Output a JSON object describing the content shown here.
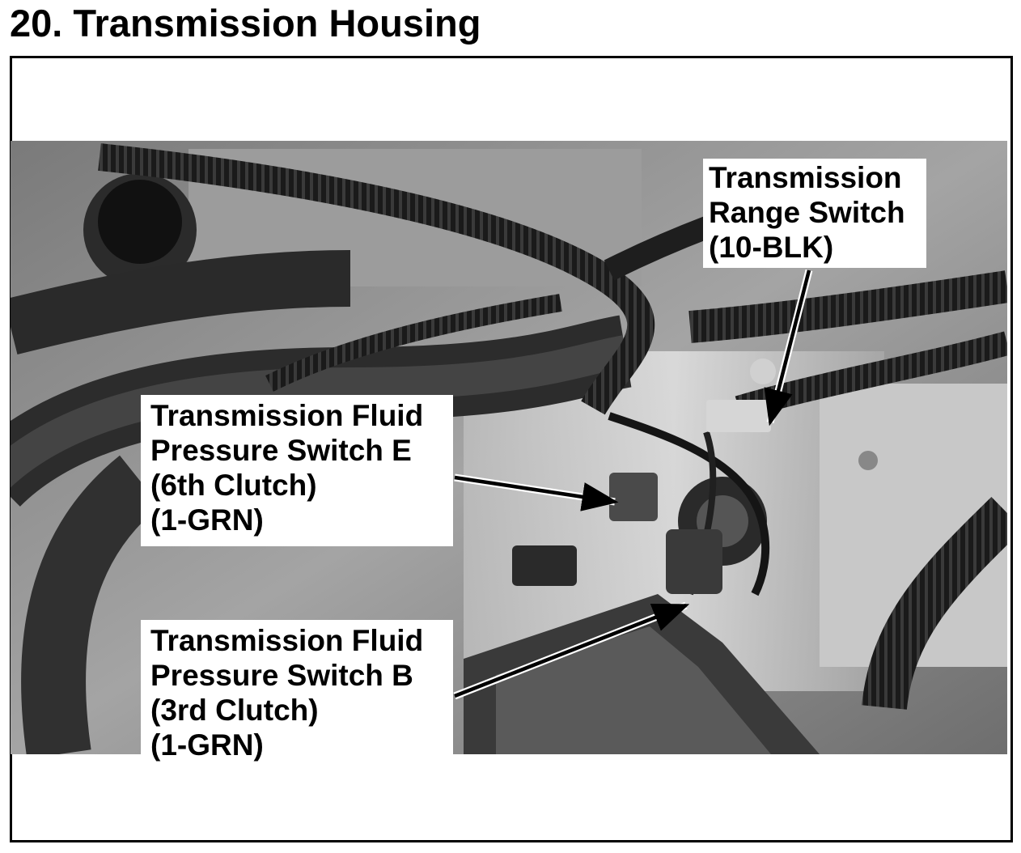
{
  "page": {
    "title": "20. Transmission Housing"
  },
  "callouts": {
    "range_switch": {
      "lines": [
        "Transmission",
        "Range Switch",
        "(10-BLK)"
      ]
    },
    "pressure_switch_e": {
      "lines": [
        "Transmission Fluid",
        "Pressure Switch E",
        "(6th Clutch)",
        "(1-GRN)"
      ]
    },
    "pressure_switch_b": {
      "lines": [
        "Transmission Fluid",
        "Pressure Switch B",
        "(3rd Clutch)",
        "(1-GRN)"
      ]
    }
  },
  "colors": {
    "text": "#000000",
    "callout_background": "#ffffff",
    "frame": "#000000"
  }
}
